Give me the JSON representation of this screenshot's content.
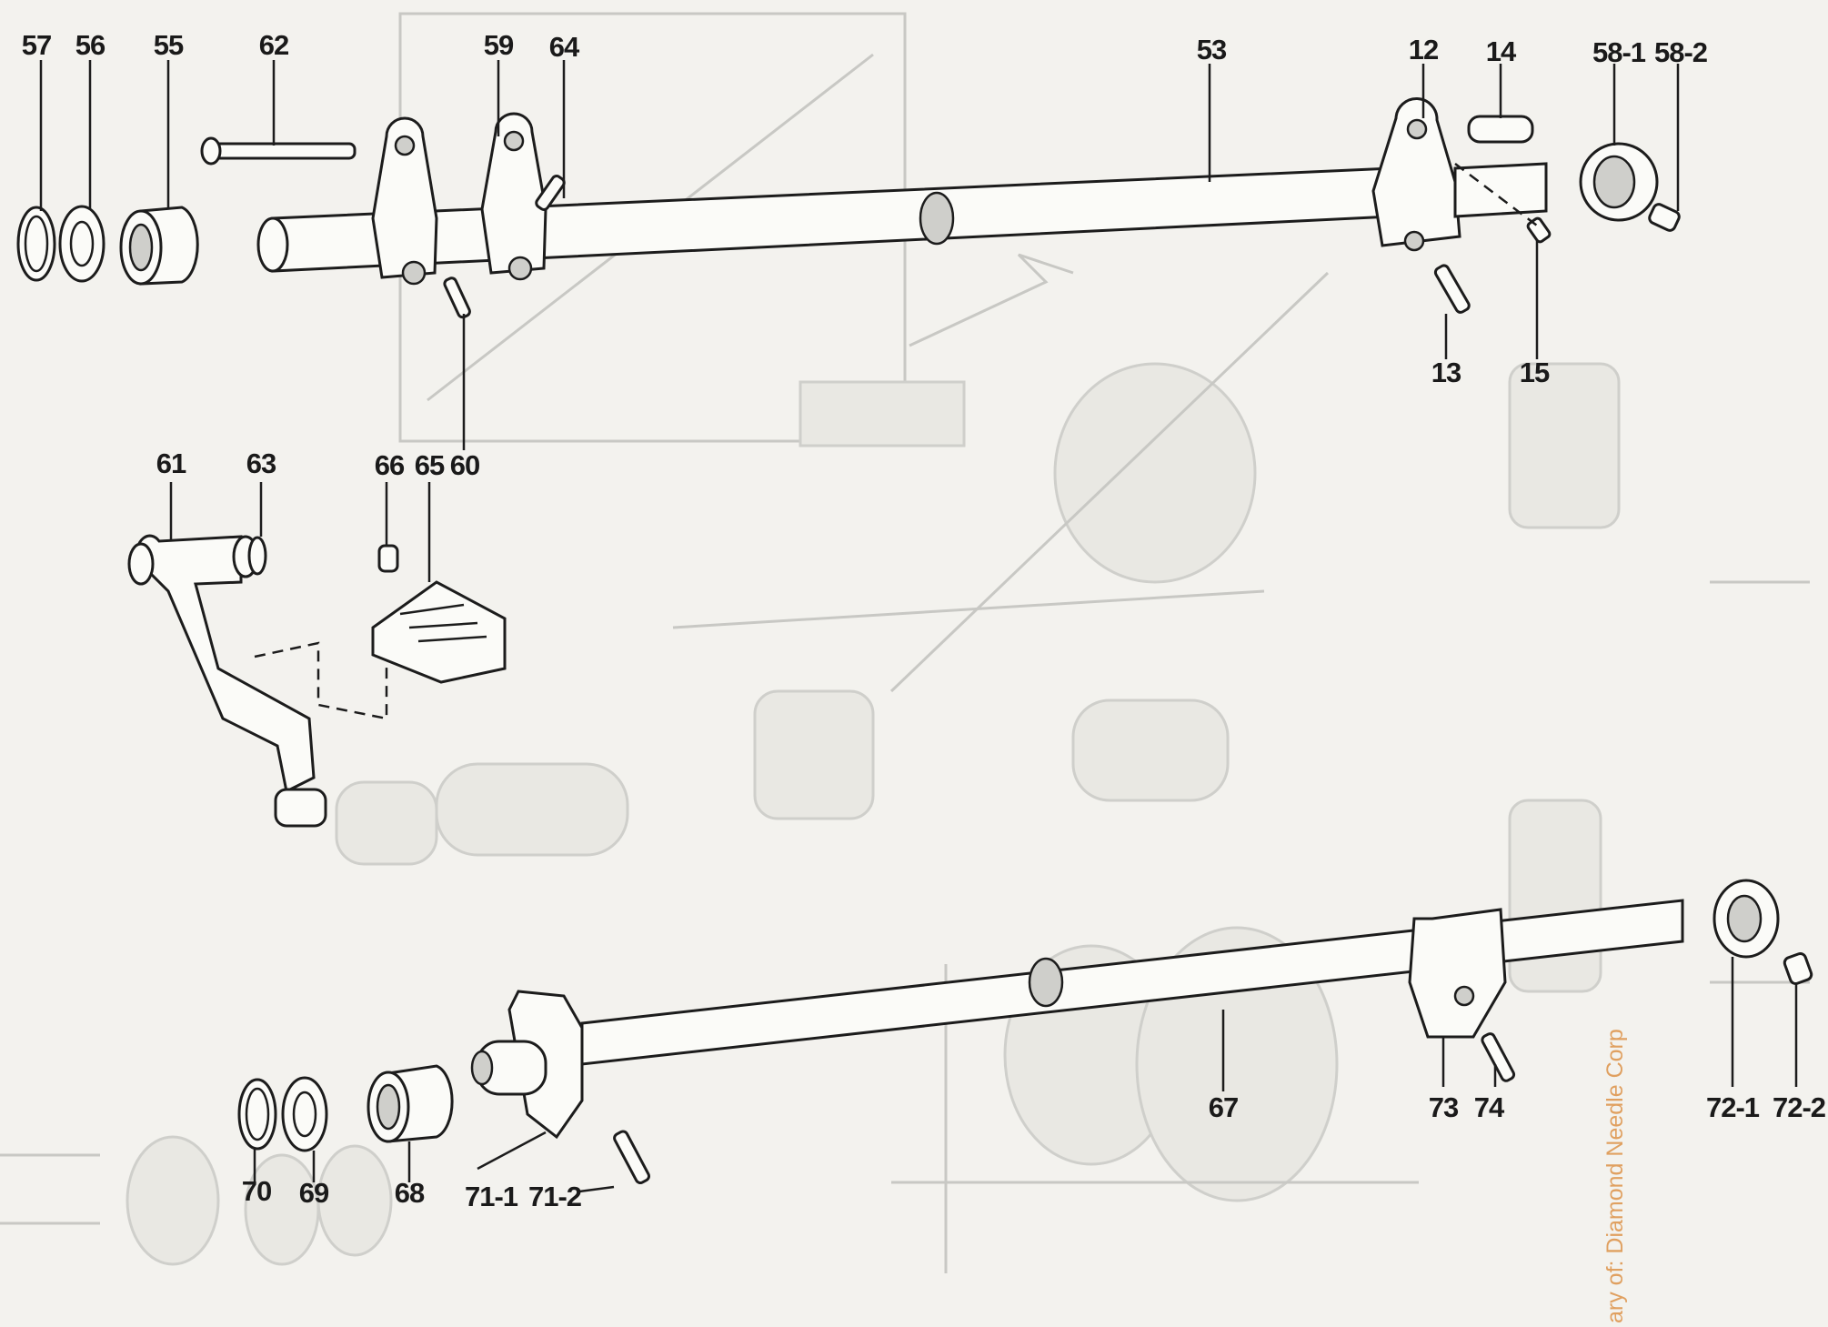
{
  "labels": {
    "l57": "57",
    "l56": "56",
    "l55": "55",
    "l62": "62",
    "l59": "59",
    "l64": "64",
    "l53": "53",
    "l12": "12",
    "l14": "14",
    "l58_1": "58-1",
    "l58_2": "58-2",
    "l13": "13",
    "l15": "15",
    "l60": "60",
    "l61": "61",
    "l63": "63",
    "l66": "66",
    "l65": "65",
    "l67": "67",
    "l73": "73",
    "l74": "74",
    "l72_1": "72-1",
    "l72_2": "72-2",
    "l70": "70",
    "l69": "69",
    "l68": "68",
    "l71_1": "71-1",
    "l71_2": "71-2"
  },
  "watermark": "ary of: Diamond Needle Corp"
}
